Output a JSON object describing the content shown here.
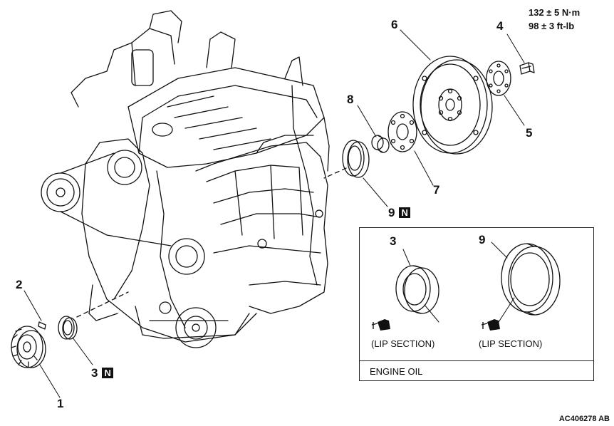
{
  "figure_id": "AC406278 AB",
  "torque": {
    "metric": "132 ± 5 N·m",
    "imperial": "98 ± 3 ft-lb"
  },
  "callouts": [
    {
      "id": "1",
      "number": "1",
      "badge": ""
    },
    {
      "id": "2",
      "number": "2",
      "badge": ""
    },
    {
      "id": "3",
      "number": "3",
      "badge": "N"
    },
    {
      "id": "4",
      "number": "4",
      "badge": ""
    },
    {
      "id": "5",
      "number": "5",
      "badge": ""
    },
    {
      "id": "6",
      "number": "6",
      "badge": ""
    },
    {
      "id": "7",
      "number": "7",
      "badge": ""
    },
    {
      "id": "8",
      "number": "8",
      "badge": ""
    },
    {
      "id": "9",
      "number": "9",
      "badge": "N"
    }
  ],
  "inset": {
    "seal_3_number": "3",
    "seal_9_number": "9",
    "lip_label_3": "(LIP SECTION)",
    "lip_label_9": "(LIP SECTION)",
    "legend_text": "ENGINE OIL",
    "oil_icon": "oil-can-icon"
  }
}
